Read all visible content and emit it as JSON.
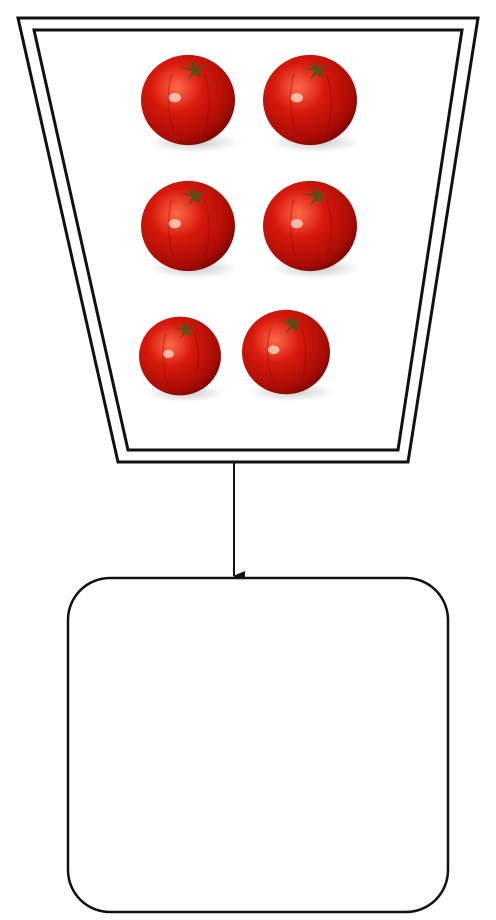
{
  "diagram": {
    "funnel": {
      "item": "tomato",
      "item_icon": "tomato-icon",
      "item_count": 6,
      "rows": [
        2,
        2,
        2
      ]
    },
    "arrow": {
      "direction": "down"
    },
    "output_box": {
      "label": ""
    }
  },
  "colors": {
    "stroke": "#111111",
    "background": "#ffffff",
    "tomato_red": "#c41208",
    "tomato_dark": "#7e0602",
    "tomato_highlight": "#ffd8c8",
    "stem_green": "#3f5a1a"
  }
}
